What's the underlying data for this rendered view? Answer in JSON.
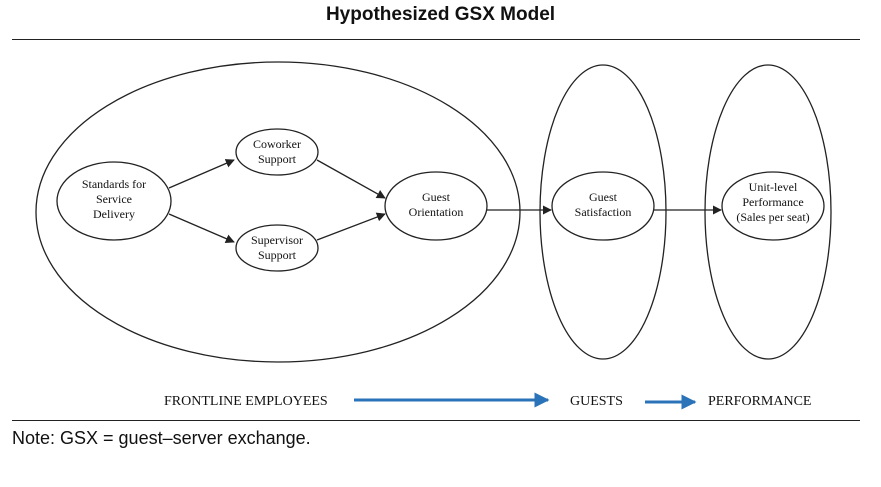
{
  "title": "Hypothesized GSX Model",
  "note": "Note: GSX = guest–server exchange.",
  "nodes": {
    "standards": [
      "Standards for",
      "Service",
      "Delivery"
    ],
    "coworker": [
      "Coworker",
      "Support"
    ],
    "supervisor": [
      "Supervisor",
      "Support"
    ],
    "orientation": [
      "Guest",
      "Orientation"
    ],
    "satisfaction": [
      "Guest",
      "Satisfaction"
    ],
    "performance": [
      "Unit-level",
      "Performance",
      "(Sales per seat)"
    ]
  },
  "stages": {
    "frontline": "FRONTLINE EMPLOYEES",
    "guests": "GUESTS",
    "performance": "PERFORMANCE"
  },
  "colors": {
    "stage_arrow": "#2a73b8",
    "line": "#222222"
  }
}
